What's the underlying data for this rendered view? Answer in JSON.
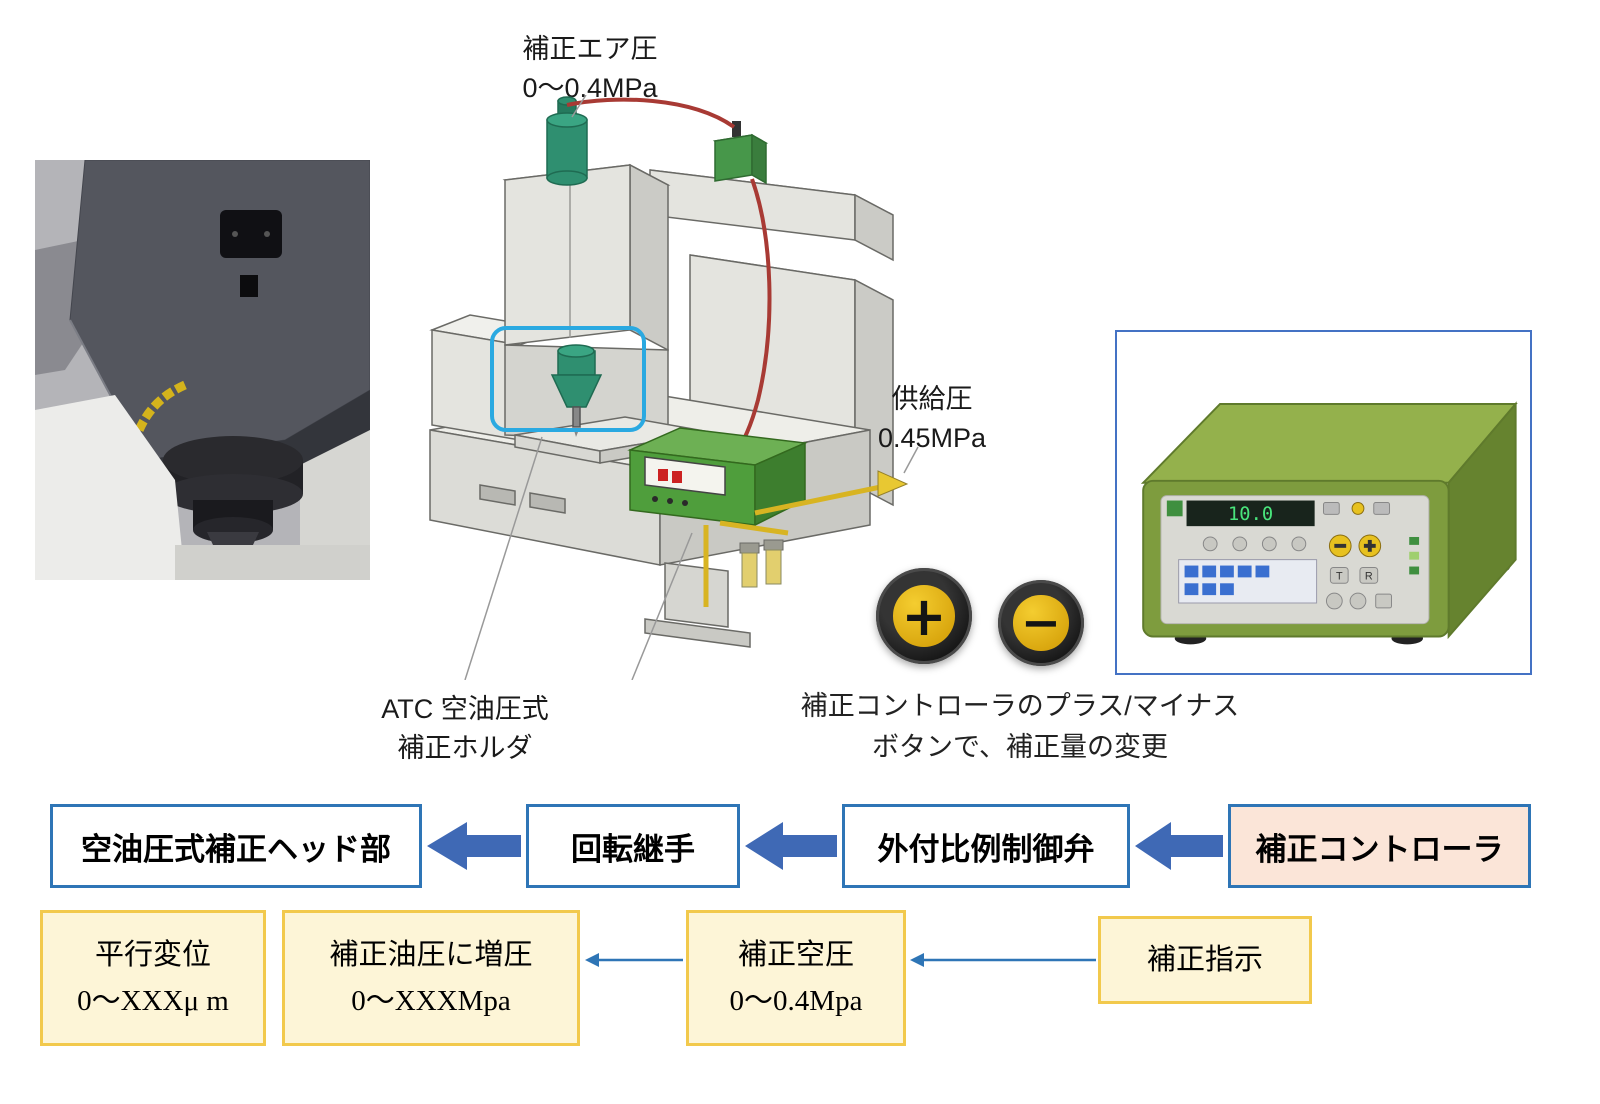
{
  "illustration": {
    "air_pressure_label": {
      "line1": "補正エア圧",
      "line2": "0〜0.4MPa"
    },
    "supply_pressure_label": {
      "line1": "供給圧",
      "line2": "0.45MPa"
    },
    "atc_label": {
      "line1": "ATC 空油圧式",
      "line2": "補正ホルダ"
    }
  },
  "controller": {
    "display_value": "10.0",
    "button_t": "T",
    "button_r": "R"
  },
  "buttons": {
    "plus_label": "+",
    "minus_label": "−",
    "caption_line1": "補正コントローラのプラス/マイナス",
    "caption_line2": "ボタンで、補正量の変更"
  },
  "flow": {
    "stages": [
      {
        "label": "空油圧式補正ヘッド部"
      },
      {
        "label": "回転継手"
      },
      {
        "label": "外付比例制御弁"
      },
      {
        "label": "補正コントローラ"
      }
    ],
    "details": [
      {
        "line1": "平行変位",
        "line2": "0〜XXXμ m"
      },
      {
        "line1": "補正油圧に増圧",
        "line2": "0〜XXXMpa"
      },
      {
        "line1": "補正空圧",
        "line2": "0〜0.4Mpa"
      },
      {
        "line1": "補正指示"
      }
    ]
  },
  "colors": {
    "stage_border": "#2e75b6",
    "stage_highlight_bg": "#fbe5d8",
    "arrow_blue": "#3f69b5",
    "detail_border": "#f2c94c",
    "detail_bg": "#fdf5d7",
    "spindle_highlight": "#2aa9e1",
    "device_green": "#7e9c3e",
    "button_yellow": "#e7b912"
  }
}
